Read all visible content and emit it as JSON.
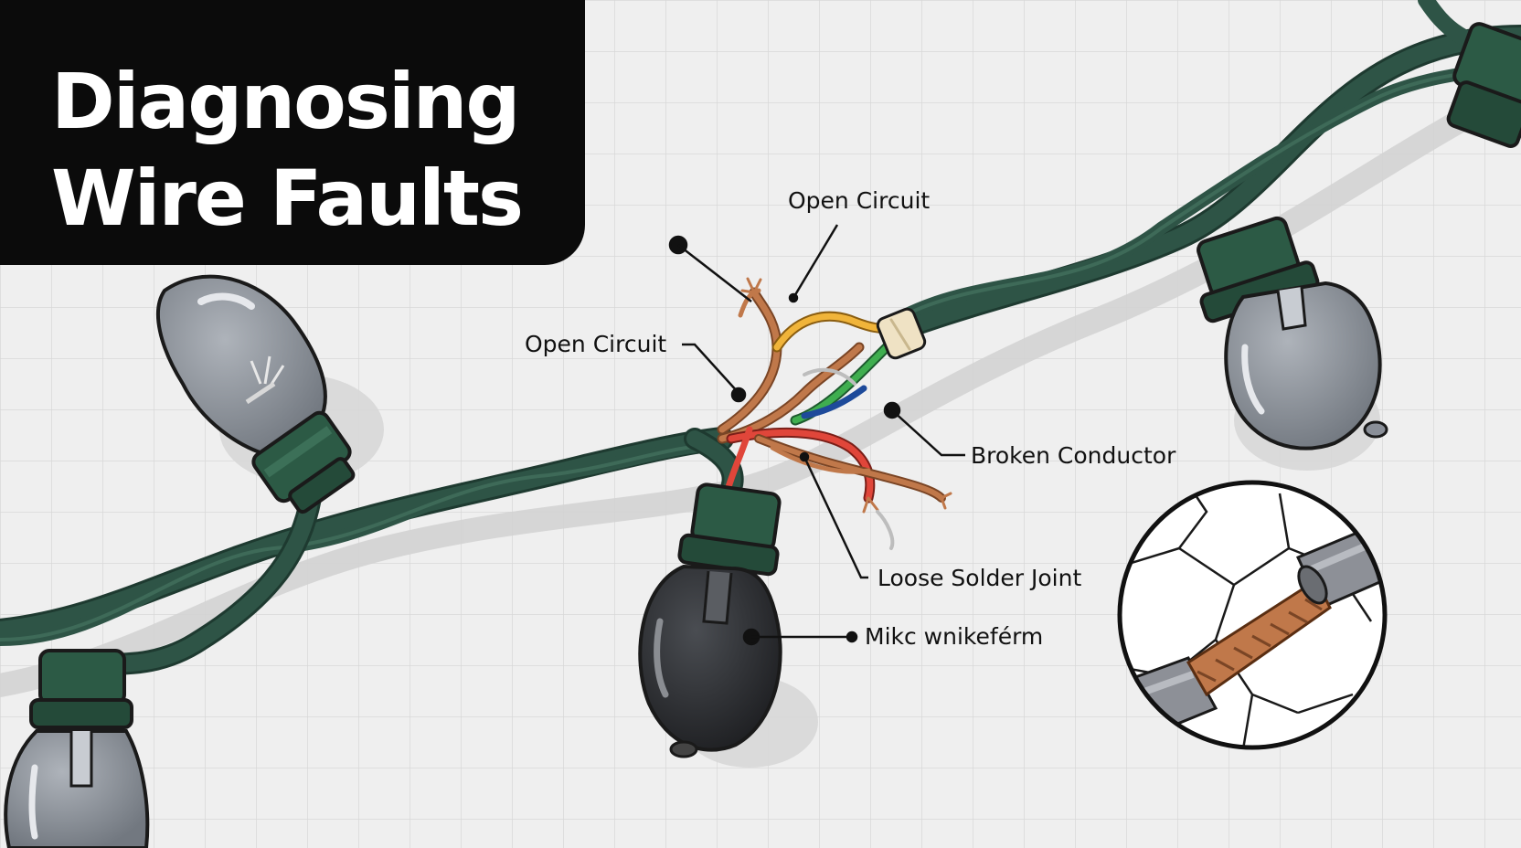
{
  "title": {
    "line1": "Diagnosing",
    "line2": "Wire Faults"
  },
  "callouts": {
    "open_circuit_top": "Open Circuit",
    "open_circuit_left": "Open Circuit",
    "broken_conductor": "Broken Conductor",
    "loose_solder_joint": "Loose Solder Joint",
    "garbled_label": "Mikc wnikeférm"
  },
  "colors": {
    "cord": "#2e5446",
    "socket": "#2c5a45",
    "bulb_clear": "#8a8f98",
    "bulb_dark": "#2b2d30",
    "copper": "#c0784a",
    "grid_background": "#efefef",
    "title_box": "#0b0b0b"
  }
}
